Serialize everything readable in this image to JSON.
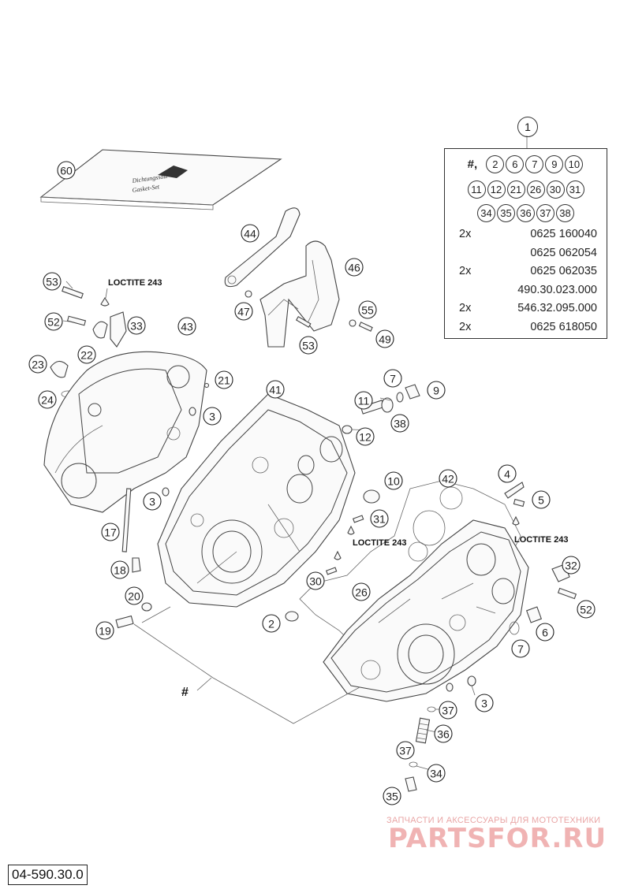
{
  "kit": {
    "callout": "1",
    "hash": "#,",
    "row1": [
      "2",
      "6",
      "7",
      "9",
      "10"
    ],
    "row2": [
      "11",
      "12",
      "21",
      "26",
      "30",
      "31"
    ],
    "row3": [
      "34",
      "35",
      "36",
      "37",
      "38"
    ],
    "lines": [
      {
        "qty": "2x",
        "num": "0625 160040"
      },
      {
        "qty": "",
        "num": "0625 062054"
      },
      {
        "qty": "2x",
        "num": "0625 062035"
      },
      {
        "qty": "",
        "num": "490.30.023.000"
      },
      {
        "qty": "2x",
        "num": "546.32.095.000"
      },
      {
        "qty": "2x",
        "num": "0625 618050"
      }
    ]
  },
  "labels": {
    "loctite_1": "LOCTITE 243",
    "loctite_2": "LOCTITE 243",
    "loctite_3": "LOCTITE 243",
    "hash_mark": "#",
    "manual_text_1": "Dichtungssatz",
    "manual_text_2": "Gasket-Set"
  },
  "callouts": [
    "60",
    "44",
    "46",
    "47",
    "55",
    "53",
    "49",
    "53",
    "52",
    "33",
    "22",
    "43",
    "23",
    "21",
    "24",
    "3",
    "41",
    "7",
    "9",
    "11",
    "38",
    "12",
    "3",
    "10",
    "42",
    "4",
    "5",
    "17",
    "31",
    "18",
    "30",
    "26",
    "20",
    "2",
    "19",
    "6",
    "32",
    "52",
    "7",
    "3",
    "37",
    "36",
    "37",
    "34",
    "35"
  ],
  "watermark": {
    "line1": "ЗАПЧАСТИ И АКСЕССУАРЫ ДЛЯ МОТОТЕХНИКИ",
    "line2": "PARTSFOR.RU"
  },
  "drawing_code": "04-590.30.0"
}
